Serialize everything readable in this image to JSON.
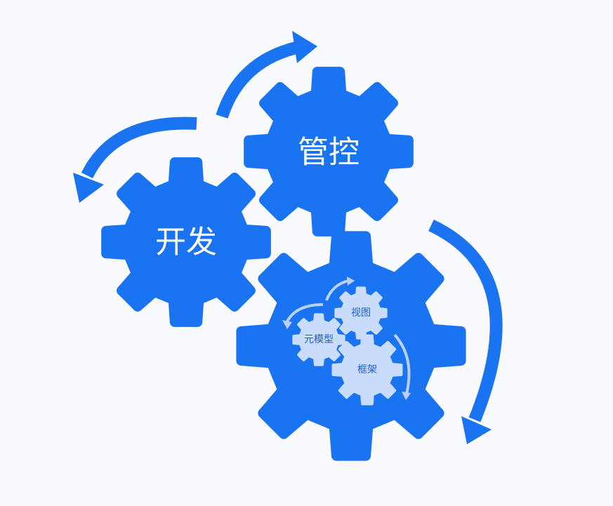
{
  "colors": {
    "primary": "#1a73f0",
    "inner_gear": "#c9dcfb",
    "inner_label": "#1a5fd0",
    "inner_arrow": "#b9d1fa",
    "gear_text": "#ffffff"
  },
  "gears": {
    "guankong": {
      "label": "管控"
    },
    "kaifa": {
      "label": "开发"
    },
    "core": {
      "label": ""
    }
  },
  "inner_gears": {
    "shitu": {
      "label": "视图"
    },
    "yuanmoxing": {
      "label": "元模型"
    },
    "kuangjia": {
      "label": "框架"
    }
  }
}
